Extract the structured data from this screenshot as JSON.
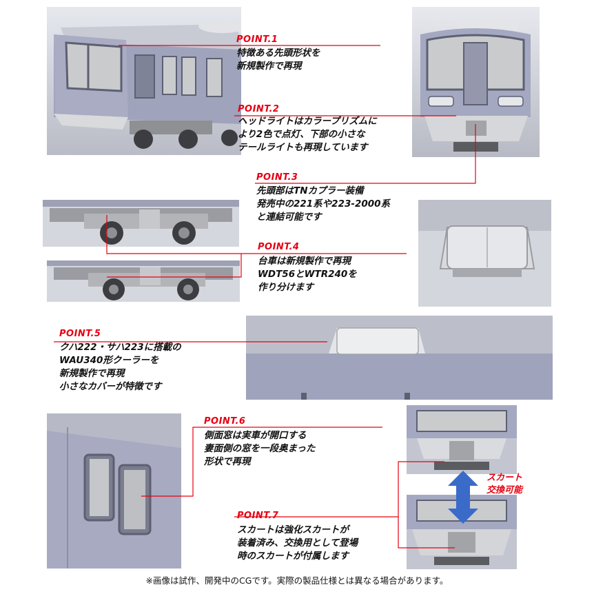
{
  "points": [
    {
      "id": "1",
      "label": "POINT.1",
      "lines": [
        "特徴ある先頭形状を",
        "新規製作で再現"
      ]
    },
    {
      "id": "2",
      "label": "POINT.2",
      "lines": [
        "ヘッドライトはカラープリズムに",
        "より2色で点灯、下部の小さな",
        "テールライトも再現しています"
      ]
    },
    {
      "id": "3",
      "label": "POINT.3",
      "lines": [
        "先頭部はTNカプラー装備",
        "発売中の221系や223-2000系",
        "と連結可能です"
      ]
    },
    {
      "id": "4",
      "label": "POINT.4",
      "lines": [
        "台車は新規製作で再現",
        "WDT56とWTR240を",
        "作り分けます"
      ]
    },
    {
      "id": "5",
      "label": "POINT.5",
      "lines": [
        "クハ222・サハ223に搭載の",
        "WAU340形クーラーを",
        "新規製作で再現",
        "小さなカバーが特徴です"
      ]
    },
    {
      "id": "6",
      "label": "POINT.6",
      "lines": [
        "側面窓は実車が開口する",
        "妻面側の窓を一段奥まった",
        "形状で再現"
      ]
    },
    {
      "id": "7",
      "label": "POINT.7",
      "lines": [
        "スカートは強化スカートが",
        "装着済み、交換用として登場",
        "時のスカートが付属します"
      ]
    }
  ],
  "skirt_badge": {
    "line1": "スカート",
    "line2": "交換可能"
  },
  "footnote": "※画像は試作、開発中のCGです。実際の製品仕様とは異なる場合があります。",
  "colors": {
    "accent_red": "#e60012",
    "car_body": "#9fa3bc",
    "car_dark": "#5d6072",
    "glass": "#c9cbcd",
    "bogie": "#8e9093",
    "wheel": "#3b3d40",
    "arrow_blue": "#3a6bc9"
  }
}
